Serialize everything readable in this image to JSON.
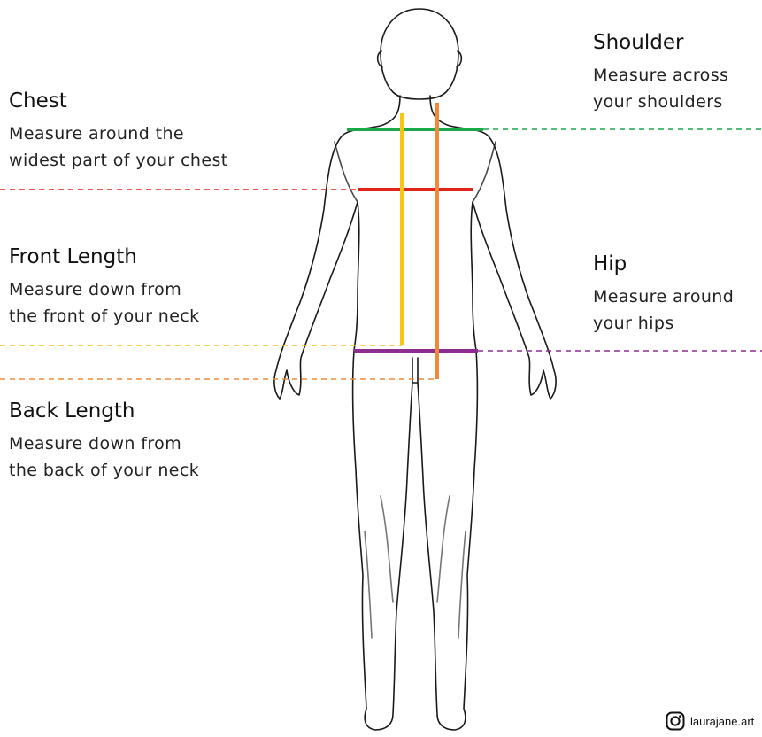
{
  "measurements": {
    "shoulder": {
      "title": "Shoulder",
      "desc": [
        "Measure across",
        "your shoulders"
      ],
      "color": "#1aa84a"
    },
    "chest": {
      "title": "Chest",
      "desc": [
        "Measure around the",
        "widest part of your chest"
      ],
      "color": "#e2231a"
    },
    "front_length": {
      "title": "Front Length",
      "desc": [
        "Measure down from",
        "the front of your neck"
      ],
      "color": "#f5c518"
    },
    "hip": {
      "title": "Hip",
      "desc": [
        "Measure around",
        "your hips"
      ],
      "color": "#8e2c91"
    },
    "back_length": {
      "title": "Back Length",
      "desc": [
        "Measure down from",
        "the back of your neck"
      ],
      "color": "#ee8a3a"
    }
  },
  "credit": {
    "icon": "instagram-icon",
    "handle": "laurajane.art"
  },
  "figure": {
    "outline_color": "#1a1a1a"
  }
}
